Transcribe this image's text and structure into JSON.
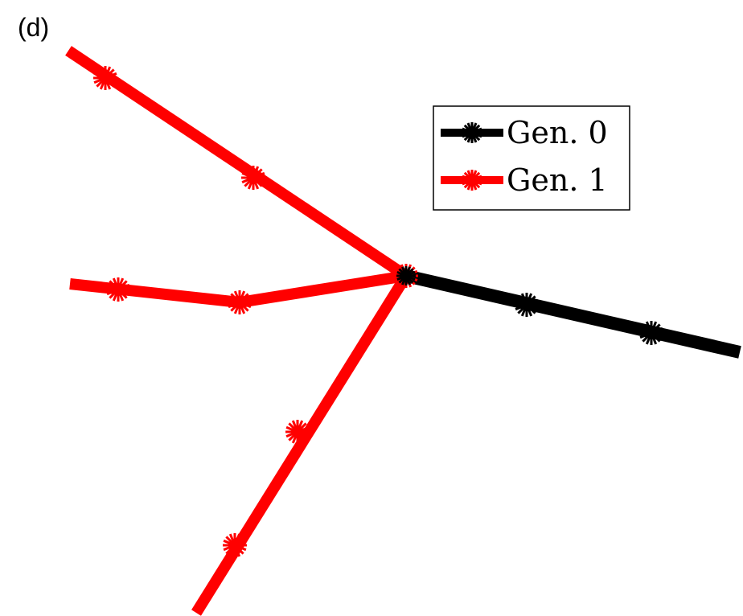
{
  "panel_label": "(d)",
  "legend": {
    "items": [
      {
        "label": "Gen. 0",
        "color": "#000000"
      },
      {
        "label": "Gen. 1",
        "color": "#ff0000"
      }
    ]
  },
  "colors": {
    "gen0": "#000000",
    "gen1": "#ff0000",
    "background": "#ffffff"
  },
  "tree": {
    "gen0_marker": "star",
    "gen1_marker": "star",
    "gen0_branches": 1,
    "gen1_branches": 3
  }
}
